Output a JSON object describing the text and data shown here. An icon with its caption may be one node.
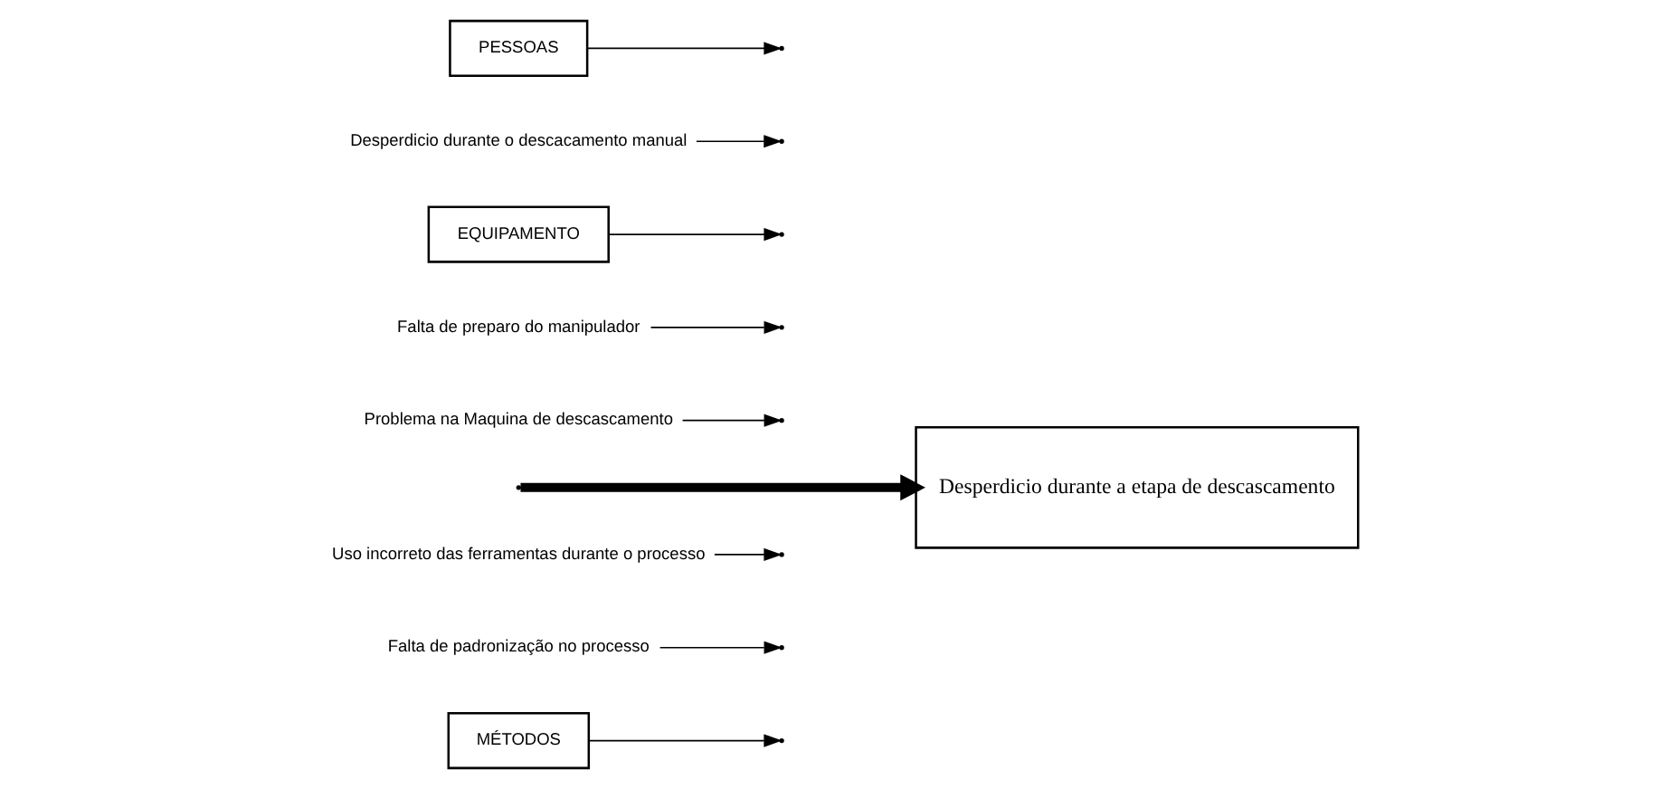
{
  "diagram": {
    "nodes": [
      {
        "text": [
          "MÉTODOS"
        ]
      },
      {
        "text": [
          "Falta de padronização no processo"
        ]
      },
      {
        "text": [
          "Uso incorreto das ferramentas durante o processo"
        ]
      },
      {
        "text": [
          "Desperdicio durante a etapa de descascamento"
        ]
      },
      {
        "text": [
          "Problema na Maquina de descascamento"
        ]
      },
      {
        "text": [
          "Falta de preparo do manipulador"
        ]
      },
      {
        "text": [
          "EQUIPAMENTO"
        ]
      },
      {
        "text": [
          "Desperdicio durante o descacamento manual"
        ]
      },
      {
        "text": [
          "PESSOAS"
        ]
      }
    ],
    "edges": [
      {
        "from": null,
        "to": 3,
        "arrow": "to",
        "style": "thick"
      },
      {
        "from": 0,
        "to": null,
        "arrow": "to"
      },
      {
        "from": 8,
        "to": null,
        "arrow": "to"
      },
      {
        "from": 6,
        "to": null,
        "arrow": "to"
      },
      {
        "from": 1,
        "to": null,
        "arrow": "to"
      },
      {
        "from": 2,
        "to": null,
        "arrow": "to"
      },
      {
        "from": 4,
        "to": null,
        "arrow": "to"
      },
      {
        "from": 5,
        "to": null,
        "arrow": "to"
      },
      {
        "from": 7,
        "to": null,
        "arrow": "to"
      }
    ]
  }
}
